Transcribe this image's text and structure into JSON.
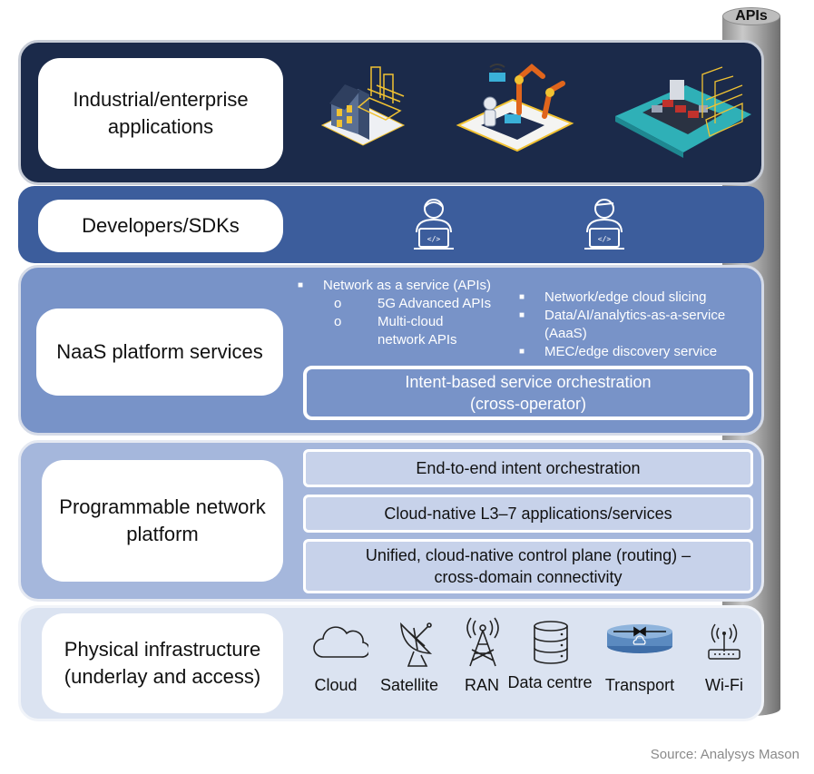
{
  "apis_label": "APIs",
  "layers": {
    "industrial": {
      "label": "Industrial/enterprise applications",
      "icons": [
        "smart-building-icon",
        "robot-factory-icon",
        "cargo-ship-icon"
      ]
    },
    "developers": {
      "label": "Developers/SDKs",
      "icons": [
        "developer-laptop-icon",
        "developer-laptop-icon"
      ]
    },
    "naas": {
      "label": "NaaS platform services",
      "bullets_left": {
        "main": "Network as a service (APIs)",
        "sub": [
          "5G Advanced APIs",
          "Multi-cloud network APIs"
        ]
      },
      "bullets_right": [
        "Network/edge cloud slicing",
        "Data/AI/analytics-as-a-service (AaaS)",
        "MEC/edge discovery service"
      ],
      "orchestration": "Intent-based service orchestration (cross-operator)"
    },
    "programmable": {
      "label": "Programmable network platform",
      "bars": [
        "End-to-end intent orchestration",
        "Cloud-native L3–7 applications/services",
        "Unified, cloud-native control plane (routing) – cross-domain connectivity"
      ]
    },
    "physical": {
      "label": "Physical infrastructure (underlay and access)",
      "items": [
        {
          "label": "Cloud",
          "icon": "cloud-icon"
        },
        {
          "label": "Satellite",
          "icon": "satellite-dish-icon"
        },
        {
          "label": "RAN",
          "icon": "cell-tower-icon"
        },
        {
          "label": "Data centre",
          "icon": "database-icon"
        },
        {
          "label": "Transport",
          "icon": "transport-router-icon"
        },
        {
          "label": "Wi-Fi",
          "icon": "wifi-router-icon"
        }
      ]
    }
  },
  "source": "Source: Analysys Mason",
  "colors": {
    "layer1": "#1b2a4a",
    "layer2": "#3c5d9c",
    "layer3": "#7893c8",
    "layer4": "#a5b7dc",
    "layer5": "#dbe3f1",
    "accent": "#e8b828"
  }
}
